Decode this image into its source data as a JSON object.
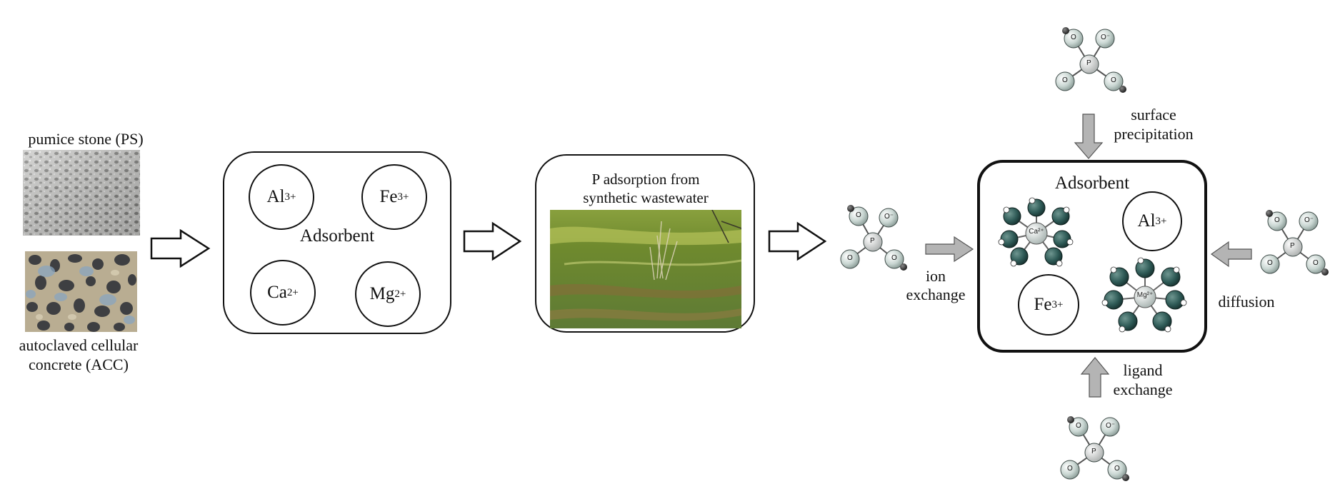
{
  "materials": {
    "ps_label": "pumice stone (PS)",
    "acc_label_line1": "autoclaved cellular",
    "acc_label_line2": "concrete (ACC)"
  },
  "adsorbent_box": {
    "title": "Adsorbent",
    "ions": [
      {
        "symbol": "Al",
        "charge": "3+"
      },
      {
        "symbol": "Fe",
        "charge": "3+"
      },
      {
        "symbol": "Ca",
        "charge": "2+"
      },
      {
        "symbol": "Mg",
        "charge": "2+"
      }
    ]
  },
  "wastewater_box": {
    "line1": "P adsorption from",
    "line2": "synthetic wastewater"
  },
  "mechanism_box": {
    "title": "Adsorbent",
    "ions": [
      {
        "symbol": "Al",
        "charge": "3+"
      },
      {
        "symbol": "Fe",
        "charge": "3+"
      }
    ],
    "complex_ca": "Ca²⁺",
    "complex_mg": "Mg²⁺"
  },
  "mechanisms": {
    "surface_line1": "surface",
    "surface_line2": "precipitation",
    "ion_line1": "ion",
    "ion_line2": "exchange",
    "diffusion": "diffusion",
    "ligand_line1": "ligand",
    "ligand_line2": "exchange"
  },
  "phosphate": {
    "center": "P",
    "oxygen": "O",
    "oxygen_minus": "O⁻"
  },
  "colors": {
    "phosphate_fill": "#c9d6d2",
    "complex_ball": "#2f5b57",
    "arrow_gray": "#b4b4b4"
  }
}
